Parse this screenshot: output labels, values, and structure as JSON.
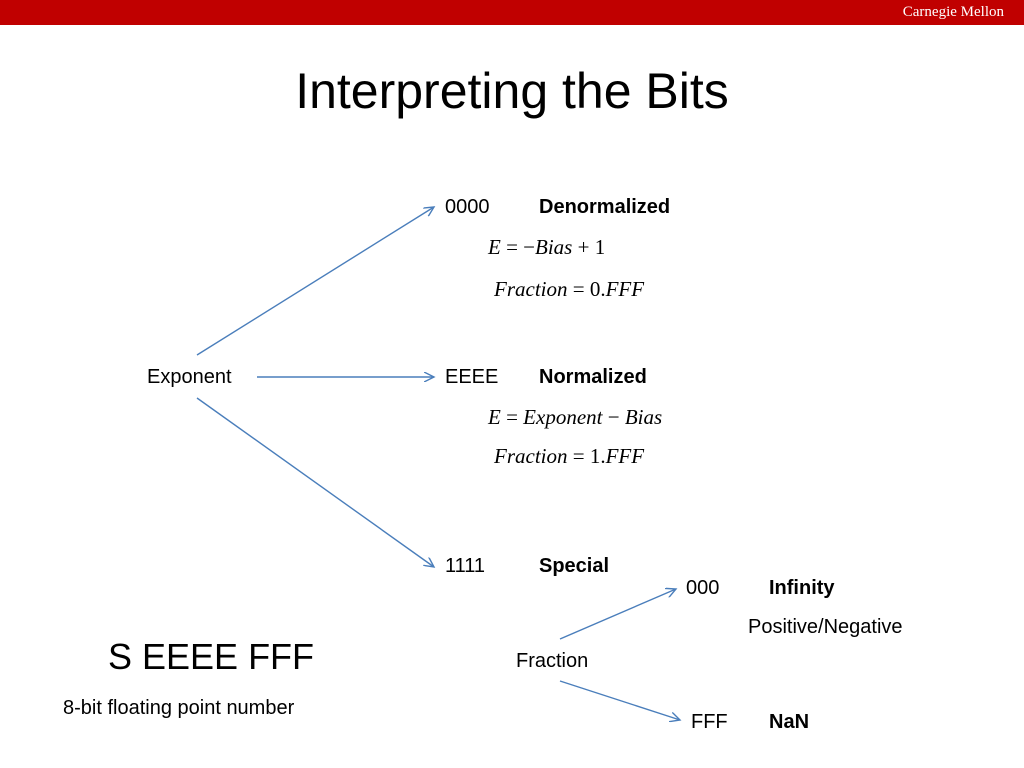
{
  "header": {
    "brand": "Carnegie Mellon",
    "bar_color": "#c00000"
  },
  "title": "Interpreting the Bits",
  "exponent_label": "Exponent",
  "branches": {
    "denormalized": {
      "bits": "0000",
      "name": "Denormalized",
      "eq1": "E = −Bias + 1",
      "eq2": "Fraction = 0.FFF"
    },
    "normalized": {
      "bits": "EEEE",
      "name": "Normalized",
      "eq1": "E = Exponent  − Bias",
      "eq2": "Fraction = 1.FFF"
    },
    "special": {
      "bits": "1111",
      "name": "Special"
    }
  },
  "fraction_label": "Fraction",
  "special_cases": {
    "infinity": {
      "bits": "000",
      "name": "Infinity",
      "note": "Positive/Negative"
    },
    "nan": {
      "bits": "FFF",
      "name": "NaN"
    }
  },
  "format": {
    "pattern": "S EEEE FFF",
    "caption": "8-bit floating point number"
  },
  "arrow_color": "#4a7ebb"
}
